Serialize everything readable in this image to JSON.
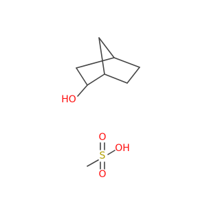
{
  "colors": {
    "background": "#ffffff",
    "bond": "#444444",
    "oxygen": "#ff0d0d",
    "sulfur": "#b2a000"
  },
  "norborneol": {
    "hydroxyl_label": "HO"
  },
  "methanesulfonic_acid": {
    "sulfur_label": "S",
    "oxygen_top_label": "O",
    "oxygen_bottom_label": "O",
    "hydroxyl_label": "OH"
  }
}
